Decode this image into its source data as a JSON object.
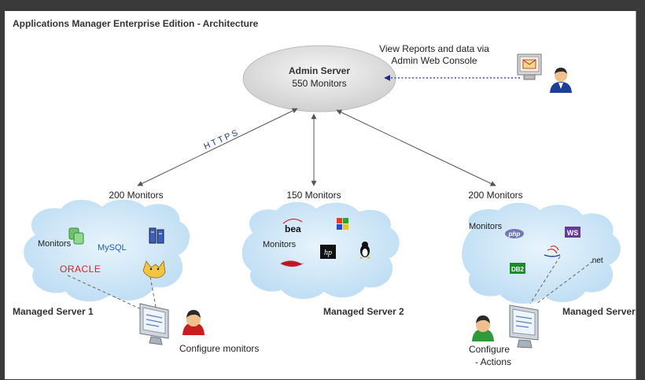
{
  "title": "Applications Manager Enterprise Edition - Architecture",
  "admin": {
    "name": "Admin Server",
    "monitors": "550 Monitors"
  },
  "console": {
    "line1": "View Reports and data via",
    "line2": "Admin Web Console"
  },
  "https_label": "HTTPS",
  "servers": [
    {
      "count": "200 Monitors",
      "name": "Managed Server 1",
      "monitors_label": "Monitors",
      "user_caption": [
        "Configure monitors"
      ],
      "logos": [
        "ORACLE",
        "MySQL"
      ]
    },
    {
      "count": "150 Monitors",
      "name": "Managed Server 2",
      "monitors_label": "Monitors",
      "logos": [
        "bea",
        "hp"
      ]
    },
    {
      "count": "200 Monitors",
      "name": "Managed Server",
      "monitors_label": "Monitors",
      "user_caption": [
        "Configure",
        "- Actions"
      ],
      "logos": [
        "php",
        "WS",
        "DB2",
        ".net"
      ]
    }
  ],
  "colors": {
    "cloud": "#cfe6f7",
    "cloud_edge": "#a9cfeb",
    "admin_ellipse": "#e4e4e4",
    "arrow": "#555555",
    "dotted": "#1a2a8a",
    "https": "#1f3f8f",
    "oracle": "#e01b1b"
  }
}
